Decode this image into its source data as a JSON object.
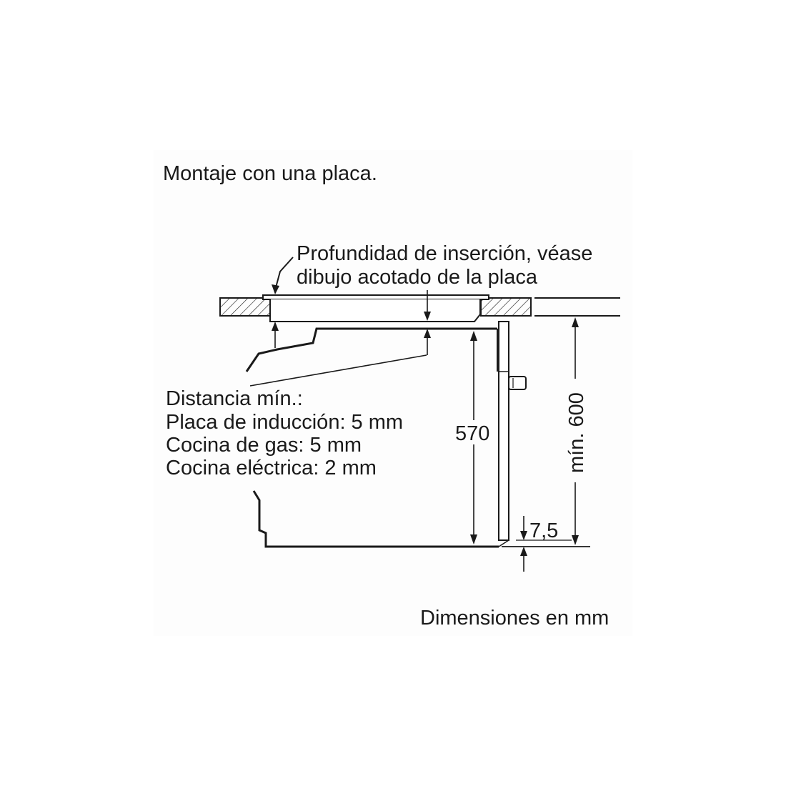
{
  "title": "Montaje con una placa.",
  "insertion_note": {
    "line1": "Profundidad de inserción, véase",
    "line2": "dibujo acotado de la placa"
  },
  "distance_note": {
    "heading": "Distancia mín.:",
    "lines": [
      "Placa de inducción: 5 mm",
      "Cocina de gas: 5 mm",
      "Cocina eléctrica: 2 mm"
    ]
  },
  "dimensions": {
    "appliance_height": "570",
    "niche_height": "mín. 600",
    "bottom_gap": "7,5"
  },
  "footer": "Dimensiones en mm"
}
